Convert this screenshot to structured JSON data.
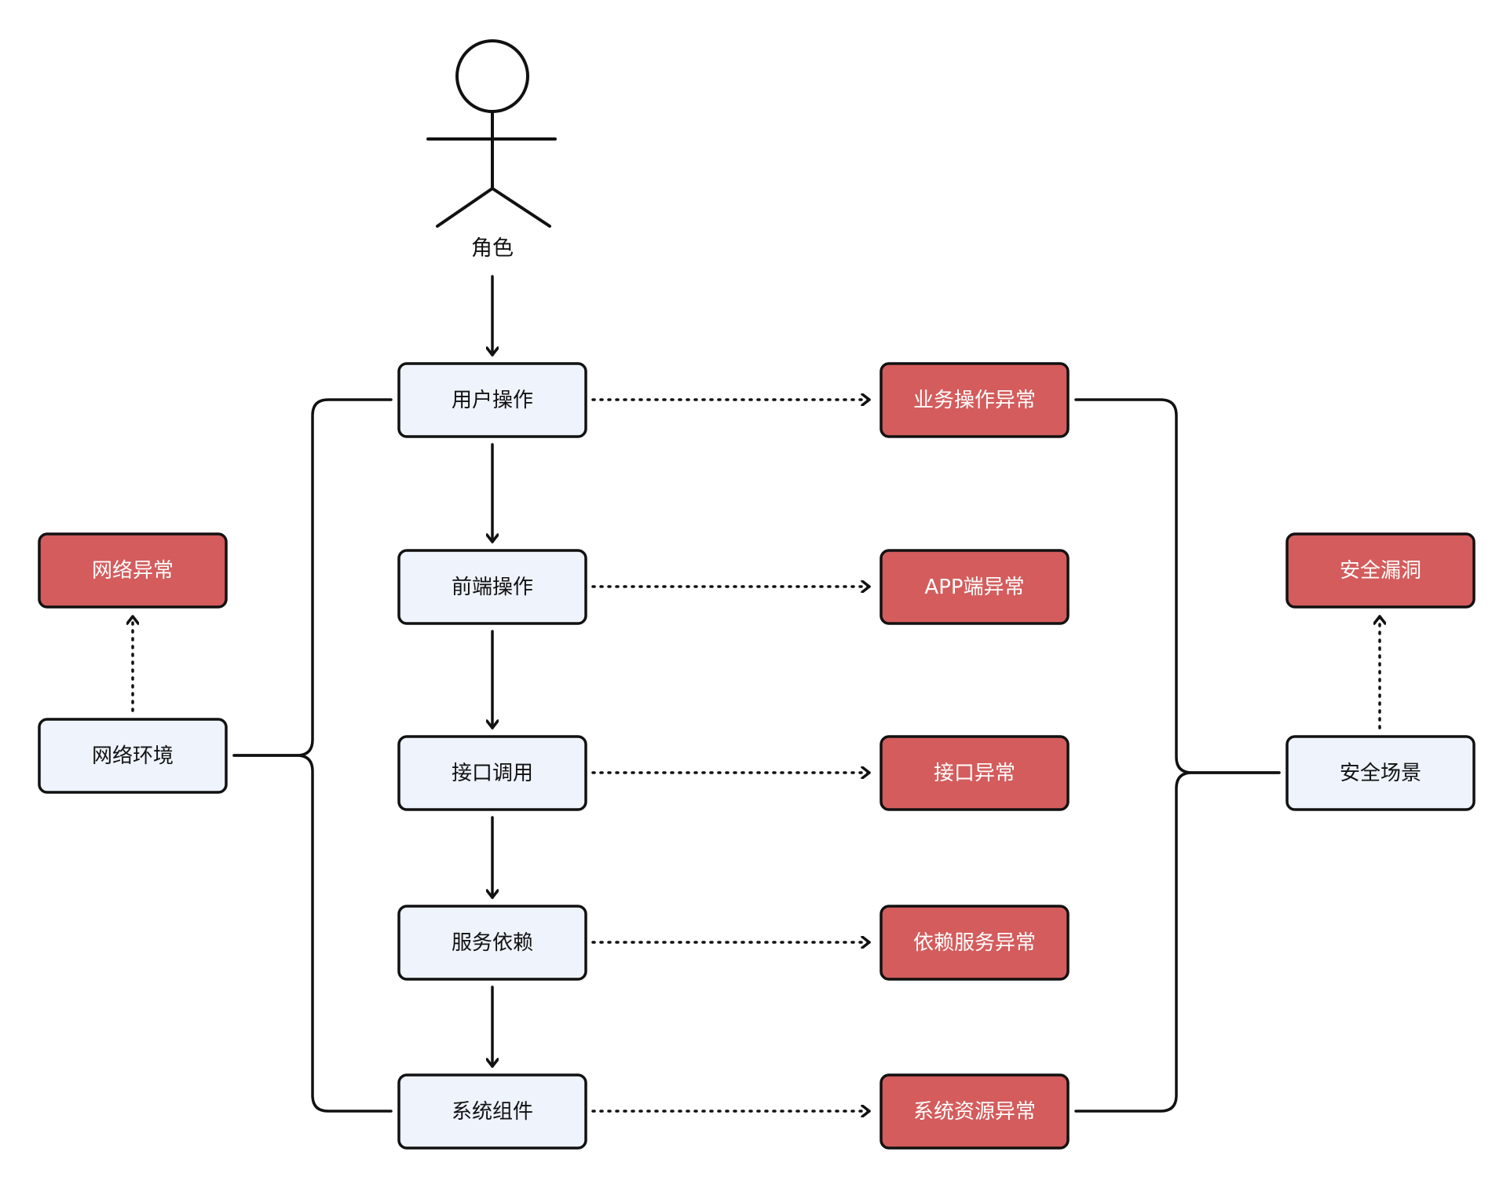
{
  "colors": {
    "light_fill": "#eef3fc",
    "red_fill": "#d45c5c",
    "stroke": "#111111",
    "dark_text": "#111111",
    "light_text": "#ffffff"
  },
  "actor": {
    "label": "角色"
  },
  "nodes": {
    "user_op": "用户操作",
    "frontend_op": "前端操作",
    "api_call": "接口调用",
    "service_dep": "服务依赖",
    "system_comp": "系统组件",
    "business_error": "业务操作异常",
    "app_error": "APP端异常",
    "api_error": "接口异常",
    "dep_error": "依赖服务异常",
    "resource_error": "系统资源异常",
    "network_env": "网络环境",
    "network_error": "网络异常",
    "security_scene": "安全场景",
    "security_vuln": "安全漏洞"
  }
}
